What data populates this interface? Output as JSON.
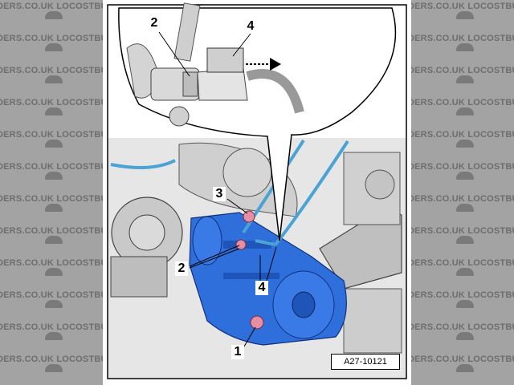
{
  "watermark": {
    "line1": "DERS.CO.UK LOCOSTBUILDERS.CO.UK",
    "line2": "LOCOSTBUILDERS"
  },
  "diagram": {
    "reference": "A27-10121",
    "callouts": {
      "inset_2": "2",
      "inset_4": "4",
      "main_1": "1",
      "main_2": "2",
      "main_3": "3",
      "main_4": "4"
    }
  },
  "colors": {
    "starter": "#2f6fdc",
    "cable": "#4aa3d4",
    "bolt": "#e58fa6"
  }
}
